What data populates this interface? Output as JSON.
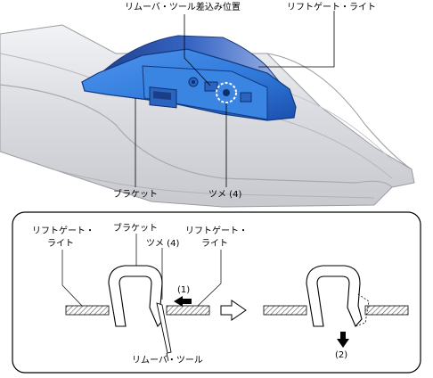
{
  "top_figure": {
    "labels": {
      "removal_tool_insertion": "リムーバ・ツール差込み位置",
      "liftgate_light": "リフトゲート・ライト",
      "bracket": "ブラケット",
      "tab": "ツメ (4)"
    }
  },
  "bottom_figure": {
    "labels": {
      "liftgate_light_left_1": "リフトゲート・",
      "liftgate_light_left_2": "ライト",
      "bracket": "ブラケット",
      "liftgate_light_right_1": "リフトゲート・",
      "liftgate_light_right_2": "ライト",
      "tab": "ツメ (4)",
      "step_1": "(1)",
      "step_2": "(2)",
      "removal_tool": "リムーバ・ツール"
    }
  },
  "colors": {
    "light_blue": "#2f78d8",
    "light_blue_dark": "#1b4fae",
    "panel_gray": "#dcdee2",
    "hatch": "#555555"
  }
}
